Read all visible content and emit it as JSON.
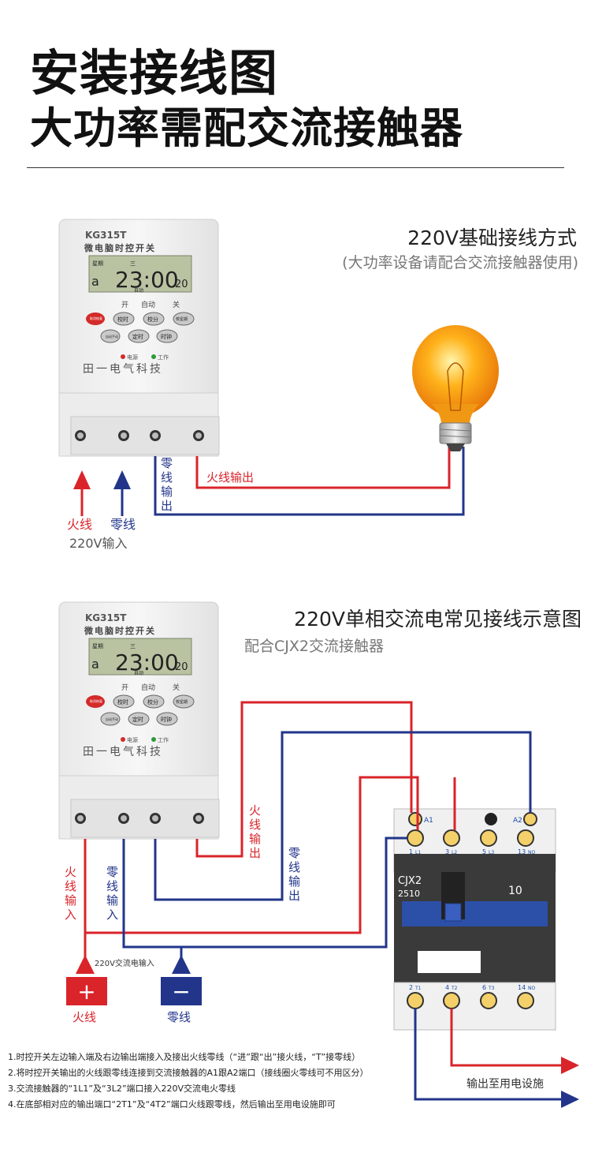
{
  "header": {
    "title_line1": "安装接线图",
    "title_line2": "大功率需配交流接触器"
  },
  "device": {
    "model": "KG315T",
    "name": "微电脑时控开关",
    "lcd_week_label": "星期",
    "lcd_day": "三",
    "lcd_prefix": "a",
    "lcd_time": "23:00",
    "lcd_seconds": "20",
    "lcd_mode": "自动",
    "mode_labels": [
      "开",
      "自动",
      "关"
    ],
    "buttons_row1": [
      "取消恢复",
      "校时",
      "校分",
      "校星期"
    ],
    "buttons_row2": [
      "自动手动",
      "定时",
      "时钟"
    ],
    "led_power": "电源",
    "led_work": "工作",
    "brand": "田一电气科技"
  },
  "section1": {
    "heading": "220V基础接线方式",
    "subheading": "(大功率设备请配合交流接触器使用)",
    "live_label": "火线",
    "neutral_label": "零线",
    "input_label": "220V输入",
    "neutral_out_label": "零线输出",
    "live_out_label": "火线输出"
  },
  "section2": {
    "heading": "220V单相交流电常见接线示意图",
    "subheading": "配合CJX2交流接触器",
    "live_in_label": "火线输入",
    "neutral_in_label": "零线输入",
    "live_out_label": "火线输出",
    "neutral_out_label": "零线输出",
    "ac_input_label": "220V交流电输入",
    "plus_sign": "+",
    "minus_sign": "−",
    "live_label": "火线",
    "neutral_label": "零线",
    "output_label": "输出至用电设施"
  },
  "contactor": {
    "model": "CJX2",
    "model_code": "2510",
    "rating": "10",
    "top_labels": [
      "A1",
      "A2"
    ],
    "top_terminals": [
      "1",
      "L1",
      "3",
      "L2",
      "5",
      "L3",
      "13",
      "NO"
    ],
    "bottom_terminals": [
      "2",
      "T1",
      "4",
      "T2",
      "6",
      "T3",
      "14",
      "NO"
    ]
  },
  "notes": [
    "1.时控开关左边输入端及右边输出端接入及接出火线零线（“进”跟“出”接火线，“T”接零线）",
    "2.将时控开关输出的火线跟零线连接到交流接触器的A1跟A2端口（接线圈火零线可不用区分）",
    "3.交流接触器的“1L1”及“3L2”端口接入220V交流电火零线",
    "4.在底部相对应的输出端口“2T1”及“4T2”端口火线跟零线，然后输出至用电设施即可"
  ],
  "colors": {
    "live": "#d9242a",
    "neutral": "#22358a",
    "lcd": "#b9c3a2",
    "contactor_blue": "#2c4fa8",
    "contactor_dark": "#3a3a3a"
  }
}
